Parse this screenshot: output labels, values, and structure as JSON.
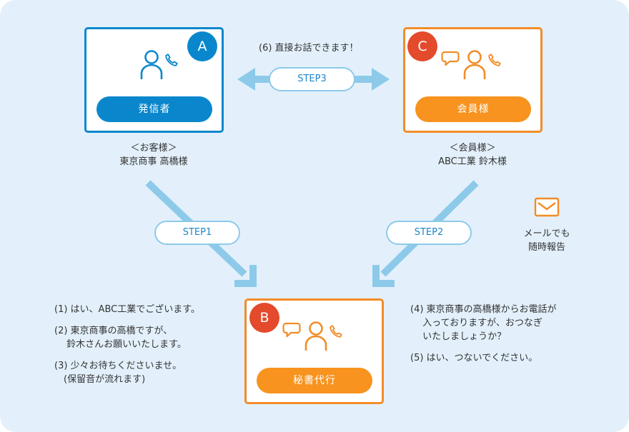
{
  "colors": {
    "background": "#e3f0fb",
    "blue": "#0a87cc",
    "orange": "#f7931e",
    "badge_red": "#e44a2c",
    "arrow": "#8dcaea",
    "text": "#333333"
  },
  "nodes": {
    "caller": {
      "badge": "A",
      "role": "発信者",
      "caption_line1": "＜お客様＞",
      "caption_line2": "東京商事 高橋様",
      "icons": [
        "person-icon",
        "phone-icon"
      ]
    },
    "member": {
      "badge": "C",
      "role": "会員様",
      "caption_line1": "＜会員様＞",
      "caption_line2": "ABC工業 鈴木様",
      "icons": [
        "speech-bubble-icon",
        "person-icon",
        "phone-icon"
      ]
    },
    "secretary": {
      "badge": "B",
      "role": "秘書代行",
      "icons": [
        "speech-bubble-icon",
        "person-icon",
        "phone-icon"
      ]
    }
  },
  "steps": {
    "step1": "STEP1",
    "step2": "STEP2",
    "step3": "STEP3"
  },
  "step3_note": "(6) 直接お話できます！",
  "mail_note": {
    "icon": "mail-icon",
    "line1": "メールでも",
    "line2": "随時報告"
  },
  "left_dialogue": [
    "(1) はい、ABC工業でございます。",
    "(2) 東京商事の高橋ですが、",
    "　  鈴木さんお願いいたします。",
    "(3) 少々お待ちくださいませ。",
    "　(保留音が流れます)"
  ],
  "right_dialogue": [
    "(4) 東京商事の高橋様からお電話が",
    "　  入っておりますが、おつなぎ",
    "　  いたしましょうか？",
    "(5) はい、つないでください。"
  ]
}
